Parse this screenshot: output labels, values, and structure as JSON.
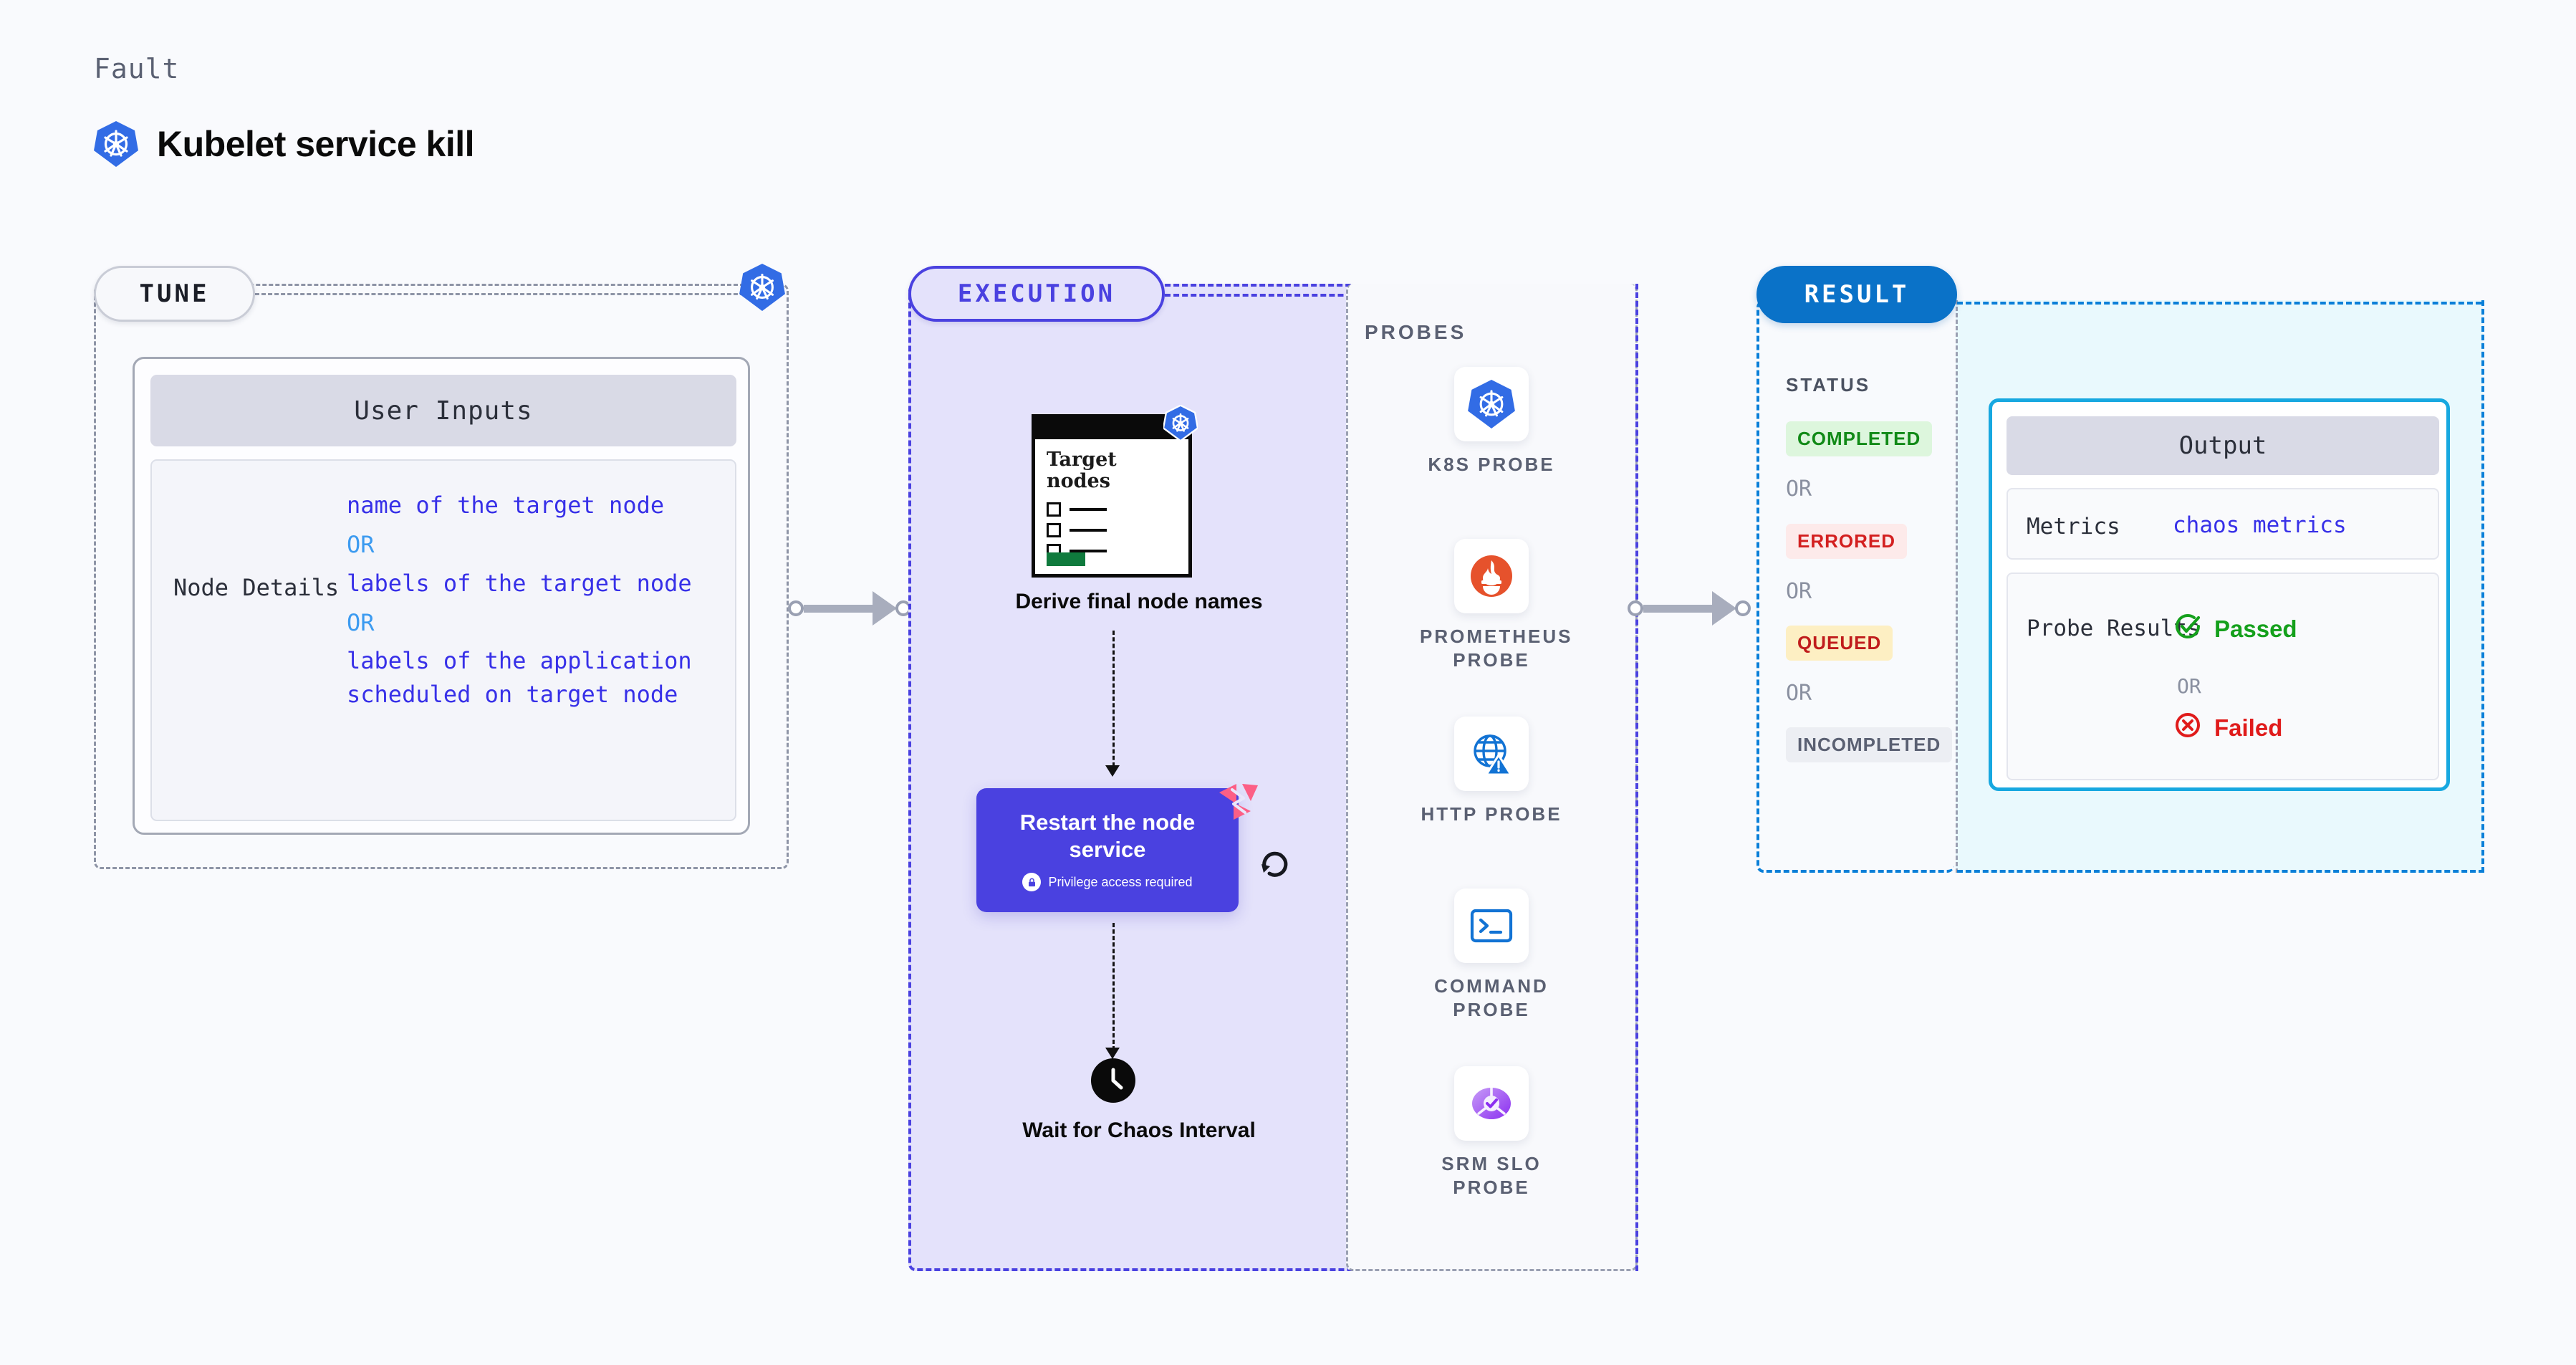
{
  "header": {
    "eyebrow": "Fault",
    "title": "Kubelet service kill",
    "logo_icon": "kubernetes-icon"
  },
  "tune": {
    "badge": "TUNE",
    "k8s_icon": "kubernetes-icon",
    "card": {
      "header": "User Inputs",
      "row_label": "Node Details",
      "values": [
        "name of the target node",
        "OR",
        "labels of the target node",
        "OR",
        "labels of the application scheduled on target node"
      ],
      "value_1": "name of the target node",
      "or_1": "OR",
      "value_2": "labels of the target node",
      "or_2": "OR",
      "value_3": "labels of the application",
      "value_3b": " scheduled on target node"
    }
  },
  "execution": {
    "badge": "EXECUTION",
    "step_1": {
      "doc_title": "Target nodes",
      "caption": "Derive final node names",
      "k8s_icon": "kubernetes-icon",
      "checkbox_count": 3
    },
    "step_2": {
      "title": "Restart the node service",
      "privilege_note": "Privilege access required",
      "lock_icon": "lock-icon",
      "chaos_badge_icon": "litmus-chaos-icon",
      "retry_icon": "retry-loop-icon"
    },
    "step_3": {
      "clock_icon": "clock-icon",
      "caption": "Wait for Chaos Interval"
    }
  },
  "probes": {
    "title": "PROBES",
    "items": [
      {
        "label": "K8S PROBE",
        "icon": "kubernetes-icon"
      },
      {
        "label": "PROMETHEUS PROBE",
        "icon": "prometheus-icon"
      },
      {
        "label": "HTTP PROBE",
        "icon": "http-globe-warning-icon"
      },
      {
        "label": "COMMAND PROBE",
        "icon": "terminal-icon"
      },
      {
        "label": "SRM SLO PROBE",
        "icon": "srm-slo-donut-icon"
      }
    ]
  },
  "result": {
    "badge": "RESULT",
    "status_title": "STATUS",
    "or_label": "OR",
    "statuses": [
      {
        "label": "COMPLETED",
        "bg": "#ddf6dd",
        "fg": "#118a17"
      },
      {
        "label": "ERRORED",
        "bg": "#fdeaea",
        "fg": "#d32020"
      },
      {
        "label": "QUEUED",
        "bg": "#fdefc3",
        "fg": "#c01c1c"
      },
      {
        "label": "INCOMPLETED",
        "bg": "#eceef3",
        "fg": "#5a6072"
      }
    ],
    "output": {
      "header": "Output",
      "metrics_key": "Metrics",
      "metrics_value": "chaos metrics",
      "probe_key": "Probe Results",
      "passed_label": "Passed",
      "passed_icon": "check-circle-icon",
      "or_label": "OR",
      "failed_label": "Failed",
      "failed_icon": "x-circle-icon"
    }
  },
  "colors": {
    "page_bg": "#f9fafd",
    "execution_accent": "#4a41e0",
    "result_accent": "#0a72c8",
    "output_accent": "#17a8e0",
    "kubernetes_blue": "#326ce5",
    "chaos_pink": "#fc5f86",
    "pass_green": "#15a01c",
    "fail_red": "#e01b1b"
  }
}
